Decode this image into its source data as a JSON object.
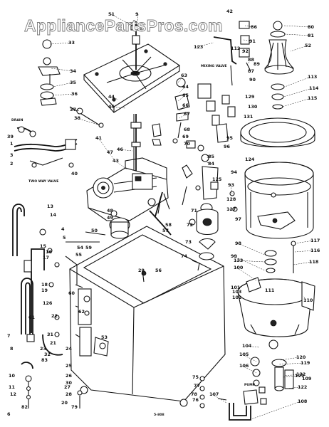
{
  "watermark": "AppliancePartsPros.com",
  "notes": {
    "drain": "DRAIN",
    "two_way_valve": "TWO WAY VALVE",
    "mixing_valve": "MIXING VALVE",
    "pump": "PUMP",
    "diagram_code": "5-808"
  },
  "callouts": [
    {
      "text": "51"
    },
    {
      "text": "9"
    },
    {
      "text": "33"
    },
    {
      "text": "34"
    },
    {
      "text": "35"
    },
    {
      "text": "36"
    },
    {
      "text": "37"
    },
    {
      "text": "38"
    },
    {
      "text": "39"
    },
    {
      "text": "40"
    },
    {
      "text": "41"
    },
    {
      "text": "42"
    },
    {
      "text": "43"
    },
    {
      "text": "44"
    },
    {
      "text": "45"
    },
    {
      "text": "46"
    },
    {
      "text": "47"
    },
    {
      "text": "48"
    },
    {
      "text": "49"
    },
    {
      "text": "50"
    },
    {
      "text": "1"
    },
    {
      "text": "2"
    },
    {
      "text": "3"
    },
    {
      "text": "4"
    },
    {
      "text": "5"
    },
    {
      "text": "6"
    },
    {
      "text": "7"
    },
    {
      "text": "8"
    },
    {
      "text": "10"
    },
    {
      "text": "11"
    },
    {
      "text": "12"
    },
    {
      "text": "13"
    },
    {
      "text": "14"
    },
    {
      "text": "15"
    },
    {
      "text": "16"
    },
    {
      "text": "17"
    },
    {
      "text": "18"
    },
    {
      "text": "19"
    },
    {
      "text": "20"
    },
    {
      "text": "21"
    },
    {
      "text": "22"
    },
    {
      "text": "23"
    },
    {
      "text": "24"
    },
    {
      "text": "25"
    },
    {
      "text": "26"
    },
    {
      "text": "27"
    },
    {
      "text": "28"
    },
    {
      "text": "29"
    },
    {
      "text": "30"
    },
    {
      "text": "31"
    },
    {
      "text": "32"
    },
    {
      "text": "52"
    },
    {
      "text": "53"
    },
    {
      "text": "54"
    },
    {
      "text": "55"
    },
    {
      "text": "56"
    },
    {
      "text": "57"
    },
    {
      "text": "58"
    },
    {
      "text": "59"
    },
    {
      "text": "60"
    },
    {
      "text": "61"
    },
    {
      "text": "62"
    },
    {
      "text": "63"
    },
    {
      "text": "64"
    },
    {
      "text": "65"
    },
    {
      "text": "66"
    },
    {
      "text": "67"
    },
    {
      "text": "68"
    },
    {
      "text": "69"
    },
    {
      "text": "70"
    },
    {
      "text": "71"
    },
    {
      "text": "72"
    },
    {
      "text": "73"
    },
    {
      "text": "74"
    },
    {
      "text": "75"
    },
    {
      "text": "76"
    },
    {
      "text": "77"
    },
    {
      "text": "78"
    },
    {
      "text": "79"
    },
    {
      "text": "80"
    },
    {
      "text": "81"
    },
    {
      "text": "82"
    },
    {
      "text": "83"
    },
    {
      "text": "84"
    },
    {
      "text": "85"
    },
    {
      "text": "86"
    },
    {
      "text": "87"
    },
    {
      "text": "88"
    },
    {
      "text": "89"
    },
    {
      "text": "90"
    },
    {
      "text": "91"
    },
    {
      "text": "92"
    },
    {
      "text": "93"
    },
    {
      "text": "94"
    },
    {
      "text": "95"
    },
    {
      "text": "96"
    },
    {
      "text": "97"
    },
    {
      "text": "98"
    },
    {
      "text": "99"
    },
    {
      "text": "100"
    },
    {
      "text": "101"
    },
    {
      "text": "102"
    },
    {
      "text": "103"
    },
    {
      "text": "104"
    },
    {
      "text": "105"
    },
    {
      "text": "106"
    },
    {
      "text": "107"
    },
    {
      "text": "108"
    },
    {
      "text": "109"
    },
    {
      "text": "110"
    },
    {
      "text": "111"
    },
    {
      "text": "112"
    },
    {
      "text": "113"
    },
    {
      "text": "114"
    },
    {
      "text": "115"
    },
    {
      "text": "116"
    },
    {
      "text": "117"
    },
    {
      "text": "118"
    },
    {
      "text": "119"
    },
    {
      "text": "120"
    },
    {
      "text": "121"
    },
    {
      "text": "122"
    },
    {
      "text": "123"
    },
    {
      "text": "124"
    },
    {
      "text": "125"
    },
    {
      "text": "126"
    },
    {
      "text": "127"
    },
    {
      "text": "128"
    },
    {
      "text": "129"
    },
    {
      "text": "130"
    },
    {
      "text": "131"
    },
    {
      "text": "132"
    },
    {
      "text": "133"
    }
  ]
}
